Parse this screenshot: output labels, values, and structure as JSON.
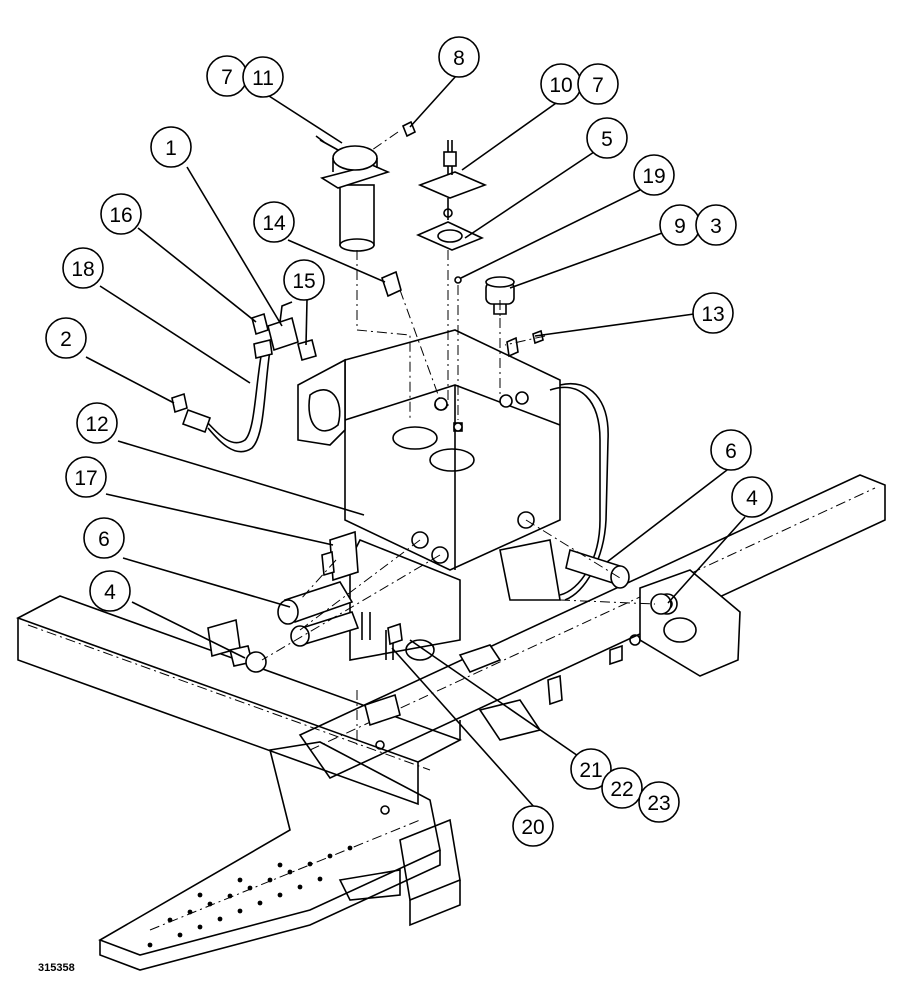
{
  "figure_id": "315358",
  "callouts": [
    {
      "id": "c7a",
      "label": "7"
    },
    {
      "id": "c11",
      "label": "11"
    },
    {
      "id": "c8",
      "label": "8"
    },
    {
      "id": "c10",
      "label": "10"
    },
    {
      "id": "c7b",
      "label": "7"
    },
    {
      "id": "c5",
      "label": "5"
    },
    {
      "id": "c1",
      "label": "1"
    },
    {
      "id": "c19",
      "label": "19"
    },
    {
      "id": "c16",
      "label": "16"
    },
    {
      "id": "c14",
      "label": "14"
    },
    {
      "id": "c9",
      "label": "9"
    },
    {
      "id": "c3",
      "label": "3"
    },
    {
      "id": "c18",
      "label": "18"
    },
    {
      "id": "c15",
      "label": "15"
    },
    {
      "id": "c13",
      "label": "13"
    },
    {
      "id": "c2",
      "label": "2"
    },
    {
      "id": "c12",
      "label": "12"
    },
    {
      "id": "c6a",
      "label": "6"
    },
    {
      "id": "c17",
      "label": "17"
    },
    {
      "id": "c4a",
      "label": "4"
    },
    {
      "id": "c6b",
      "label": "6"
    },
    {
      "id": "c4b",
      "label": "4"
    },
    {
      "id": "c21",
      "label": "21"
    },
    {
      "id": "c22",
      "label": "22"
    },
    {
      "id": "c23",
      "label": "23"
    },
    {
      "id": "c20",
      "label": "20"
    }
  ]
}
